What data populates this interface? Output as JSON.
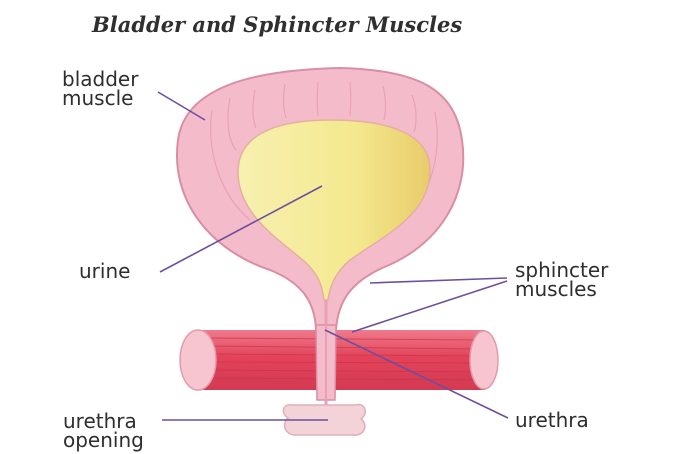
{
  "title": "Bladder and Sphincter Muscles",
  "labels": {
    "bladder_muscle": [
      "bladder",
      "muscle"
    ],
    "urine": "urine",
    "sphincter_muscles": [
      "sphincter",
      "muscles"
    ],
    "urethra": "urethra",
    "urethra_opening": [
      "urethra",
      "opening"
    ]
  },
  "colors": {
    "bladder_wall": "#f4b9c6",
    "bladder_outline": "#d98fa3",
    "urine": "#f5eb96",
    "muscle": "#e5485f",
    "muscle_end": "#f6c5cf",
    "leader_line": "#6d4f9e",
    "text": "#2e2e2e"
  }
}
